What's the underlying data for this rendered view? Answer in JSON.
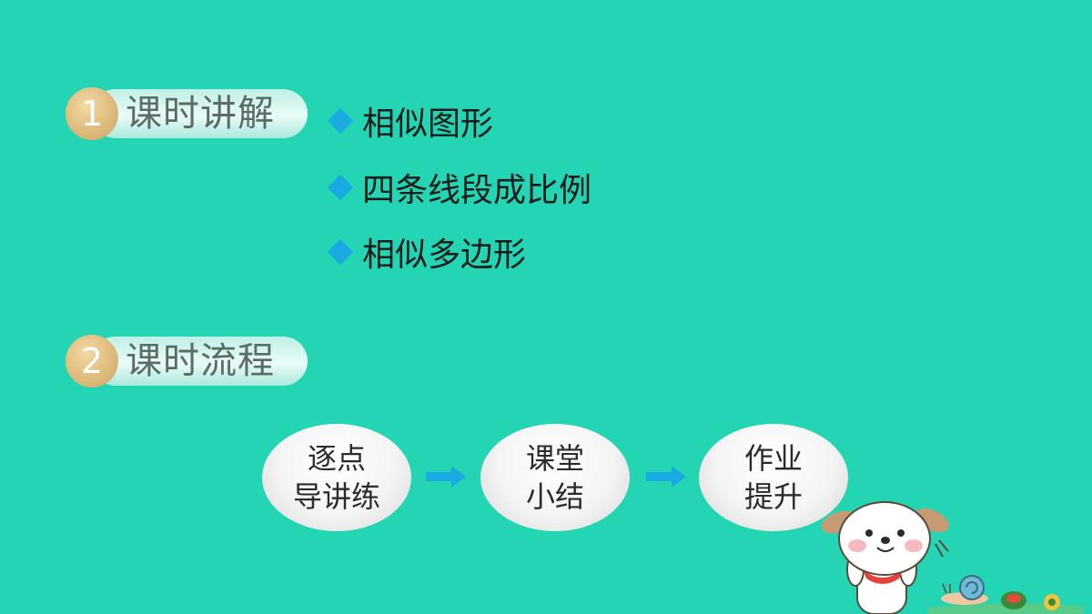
{
  "sections": [
    {
      "number": "1",
      "title": "课时讲解"
    },
    {
      "number": "2",
      "title": "课时流程"
    }
  ],
  "lesson_points": [
    {
      "text": "相似图形"
    },
    {
      "text": "四条线段成比例"
    },
    {
      "text": "相似多边形"
    }
  ],
  "flow_steps": [
    {
      "line1": "逐点",
      "line2": "导讲练"
    },
    {
      "line1": "课堂",
      "line2": "小结"
    },
    {
      "line1": "作业",
      "line2": "提升"
    }
  ],
  "colors": {
    "background": "#23d5b3",
    "bullet_diamond": "#19a9e3",
    "arrow": "#19a9e3",
    "number_badge": "#d9b374"
  }
}
